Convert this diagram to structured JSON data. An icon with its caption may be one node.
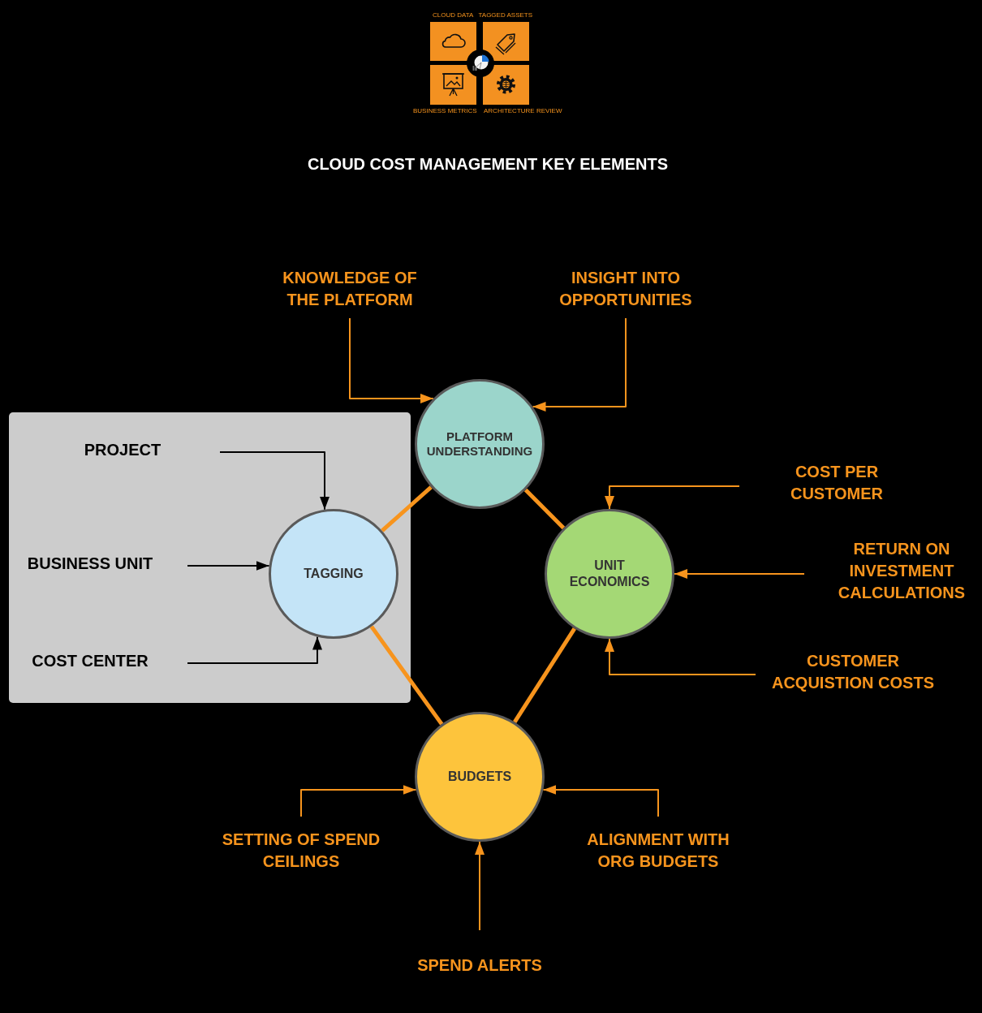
{
  "diagram": {
    "title": "CLOUD COST MANAGEMENT KEY ELEMENTS",
    "nodes": [
      {
        "text": [
          "KNOWLEDGE OF THE PLATFORM"
        ]
      },
      {
        "text": [
          "INSIGHT INTO OPPORTUNITIES"
        ]
      },
      {
        "text": [
          "PLATFORM UNDERSTANDING"
        ]
      },
      {
        "text": [],
        "shape": "box"
      },
      {
        "text": [
          "PROJECT"
        ],
        "in": 3
      },
      {
        "text": [
          "BUSINESS UNIT"
        ],
        "in": 3
      },
      {
        "text": [
          "COST CENTER"
        ],
        "in": 3
      },
      {
        "text": [
          "TAGGING"
        ],
        "in": 3
      },
      {
        "text": [
          "COST PER CUSTOMER"
        ]
      },
      {
        "text": [
          "UNIT ECONOMICS"
        ]
      },
      {
        "text": [
          "RETURN ON INVESTMENT CALCULATIONS"
        ]
      },
      {
        "text": [
          "CUSTOMER ACQUISTION COSTS"
        ]
      },
      {
        "text": [
          "BUDGETS"
        ]
      },
      {
        "text": [
          "SETTING OF SPEND CEILINGS"
        ]
      },
      {
        "text": [
          "ALIGNMENT WITH ORG BUDGETS"
        ]
      },
      {
        "text": [
          "SPEND ALERTS"
        ]
      }
    ],
    "edges": [
      {
        "from": 0,
        "to": 2,
        "arrow": "to"
      },
      {
        "from": 1,
        "to": 2,
        "arrow": "to"
      },
      {
        "from": 4,
        "to": 7,
        "arrow": "to",
        "color": "#000000"
      },
      {
        "from": 5,
        "to": 7,
        "arrow": "to",
        "color": "#000000"
      },
      {
        "from": 6,
        "to": 7,
        "arrow": "to",
        "color": "#000000"
      },
      {
        "from": 2,
        "to": 7,
        "arrow": "none",
        "style": "thick"
      },
      {
        "from": 2,
        "to": 9,
        "arrow": "none",
        "style": "thick"
      },
      {
        "from": 8,
        "to": 9,
        "arrow": "to"
      },
      {
        "from": 10,
        "to": 9,
        "arrow": "to"
      },
      {
        "from": 11,
        "to": 9,
        "arrow": "to"
      },
      {
        "from": 7,
        "to": 12,
        "arrow": "none",
        "style": "thick"
      },
      {
        "from": 9,
        "to": 12,
        "arrow": "none",
        "style": "thick"
      },
      {
        "from": 13,
        "to": 12,
        "arrow": "to"
      },
      {
        "from": 14,
        "to": 12,
        "arrow": "to"
      },
      {
        "from": 15,
        "to": 12,
        "arrow": "to"
      }
    ],
    "labels": [
      "CLOUD DATA",
      "TAGGED ASSETS",
      "BUSINESS METRICS",
      "ARCHITECTURE REVIEW"
    ]
  }
}
